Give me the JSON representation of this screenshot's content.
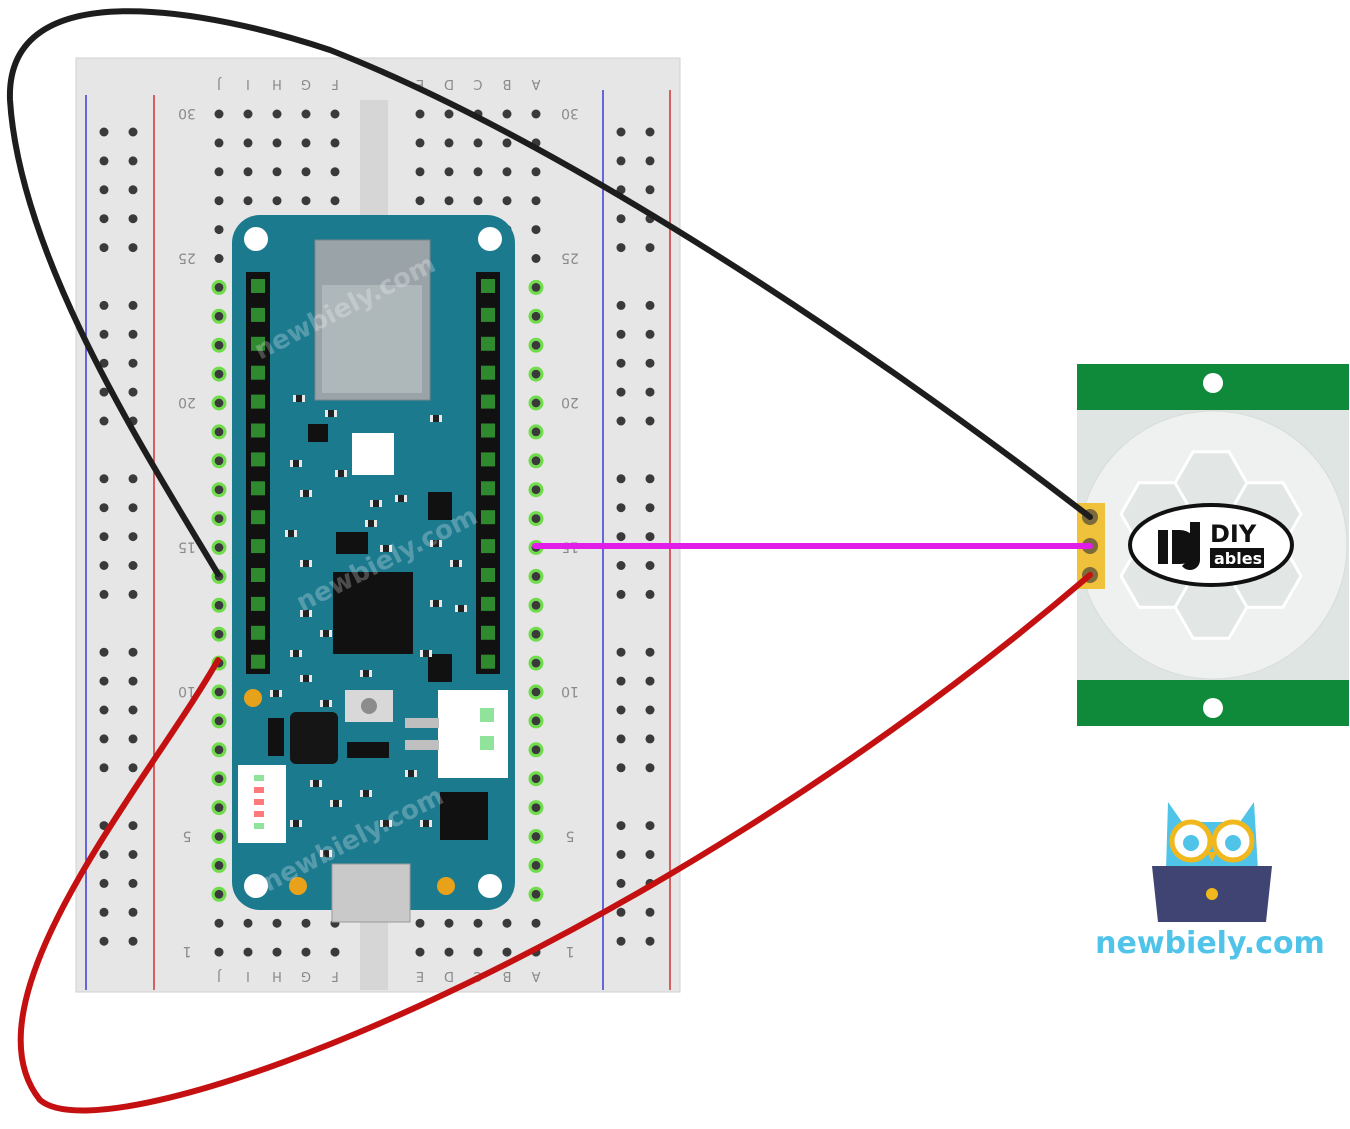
{
  "colors": {
    "background": "#ffffff",
    "breadboard": "#e6e6e6",
    "rail_red": "#d33232",
    "rail_blue": "#3a3ad8",
    "board_teal": "#1c7a8f",
    "header_green": "#2f8a2f",
    "wire_gnd": "#1d1d1d",
    "wire_vcc": "#c41010",
    "wire_signal": "#e11de8",
    "sensor_pcb": "#0f8a3a",
    "sensor_lens": "#eef1ef",
    "brand_blue": "#4fc3e8"
  },
  "breadboard": {
    "row_labels_left": [
      "J",
      "I",
      "H",
      "G",
      "F"
    ],
    "row_labels_right": [
      "E",
      "D",
      "C",
      "B",
      "A"
    ],
    "column_numbers": [
      "30",
      "25",
      "20",
      "15",
      "10",
      "5",
      "1"
    ]
  },
  "microcontroller": {
    "watermark": "newbiely.com"
  },
  "pir_sensor": {
    "logo_text_top": "DIY",
    "logo_text_bottom": "ables"
  },
  "wires": [
    {
      "name": "ground-wire",
      "color": "black"
    },
    {
      "name": "vcc-wire",
      "color": "red"
    },
    {
      "name": "signal-wire",
      "color": "magenta"
    }
  ],
  "branding": {
    "site_name": "newbiely.com",
    "icon": "owl-laptop-icon"
  }
}
